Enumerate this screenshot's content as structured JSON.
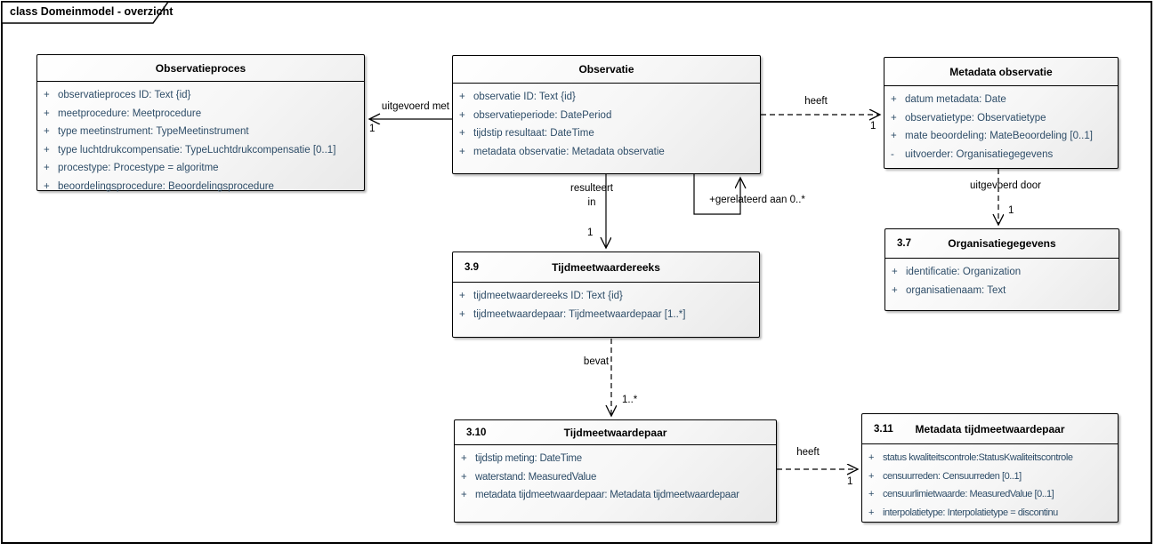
{
  "diagram": {
    "tab_title": "class Domeinmodel - overzicht"
  },
  "colors": {
    "attribute_text": "#2e4d68",
    "box_border": "#000000",
    "box_fill_top": "#ffffff",
    "box_fill_bottom": "#e9e9e9"
  },
  "classes": [
    {
      "name": "Observatieproces",
      "attributes": [
        {
          "vis": "+",
          "text": "observatieproces ID: Text {id}"
        },
        {
          "vis": "+",
          "text": "meetprocedure: Meetprocedure"
        },
        {
          "vis": "+",
          "text": "type meetinstrument: TypeMeetinstrument"
        },
        {
          "vis": "+",
          "text": "type luchtdrukcompensatie: TypeLuchtdrukcompensatie [0..1]"
        },
        {
          "vis": "+",
          "text": "procestype: Procestype = algoritme"
        },
        {
          "vis": "+",
          "text": "beoordelingsprocedure: Beoordelingsprocedure"
        }
      ]
    },
    {
      "name": "Observatie",
      "attributes": [
        {
          "vis": "+",
          "text": "observatie ID: Text {id}"
        },
        {
          "vis": "+",
          "text": "observatieperiode: DatePeriod"
        },
        {
          "vis": "+",
          "text": "tijdstip resultaat: DateTime"
        },
        {
          "vis": "+",
          "text": "metadata observatie: Metadata observatie"
        }
      ]
    },
    {
      "name": "Metadata observatie",
      "attributes": [
        {
          "vis": "+",
          "text": "datum metadata: Date"
        },
        {
          "vis": "+",
          "text": "observatietype: Observatietype"
        },
        {
          "vis": "+",
          "text": "mate beoordeling: MateBeoordeling [0..1]"
        },
        {
          "vis": "-",
          "text": "uitvoerder: Organisatiegegevens"
        }
      ]
    },
    {
      "number": "3.7",
      "name": "Organisatiegegevens",
      "attributes": [
        {
          "vis": "+",
          "text": "identificatie: Organization"
        },
        {
          "vis": "+",
          "text": "organisatienaam: Text"
        }
      ]
    },
    {
      "number": "3.9",
      "name": "Tijdmeetwaardereeks",
      "attributes": [
        {
          "vis": "+",
          "text": "tijdmeetwaardereeks ID: Text {id}"
        },
        {
          "vis": "+",
          "text": "tijdmeetwaardepaar: Tijdmeetwaardepaar [1..*]"
        }
      ]
    },
    {
      "number": "3.10",
      "name": "Tijdmeetwaardepaar",
      "attributes": [
        {
          "vis": "+",
          "text": "tijdstip meting: DateTime"
        },
        {
          "vis": "+",
          "text": "waterstand: MeasuredValue"
        },
        {
          "vis": "+",
          "text": "metadata tijdmeetwaardepaar: Metadata tijdmeetwaardepaar"
        }
      ]
    },
    {
      "number": "3.11",
      "name": "Metadata tijdmeetwaardepaar",
      "attributes": [
        {
          "vis": "+",
          "text": "status kwaliteitscontrole:StatusKwaliteitscontrole"
        },
        {
          "vis": "+",
          "text": "censuurreden: Censuurreden [0..1]"
        },
        {
          "vis": "+",
          "text": "censuurlimietwaarde: MeasuredValue [0..1]"
        },
        {
          "vis": "+",
          "text": "interpolatietype: Interpolatietype = discontinu"
        }
      ]
    }
  ],
  "connectors": [
    {
      "label": "uitgevoerd met",
      "multiplicity": "1"
    },
    {
      "label": "heeft",
      "multiplicity": "1"
    },
    {
      "label": "resulteert\nin",
      "multiplicity": "1"
    },
    {
      "label": "+gerelateerd aan 0..*"
    },
    {
      "label": "bevat",
      "multiplicity": "1..*"
    },
    {
      "label": "heeft",
      "multiplicity": "1"
    },
    {
      "label": "uitgevoerd door",
      "multiplicity": "1"
    }
  ]
}
